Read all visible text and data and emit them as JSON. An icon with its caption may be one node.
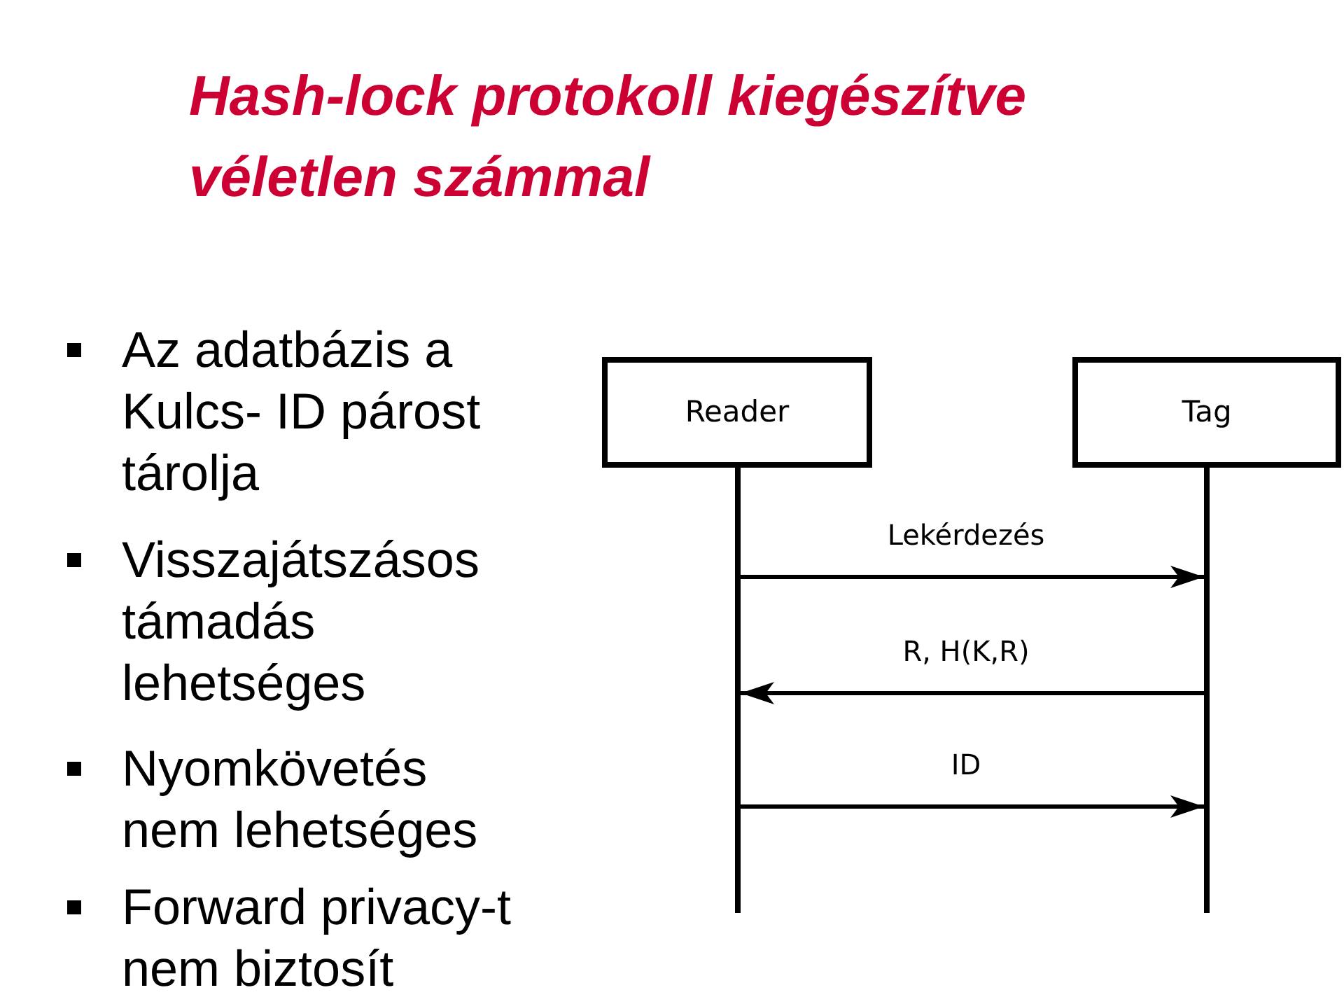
{
  "diagram": {
    "title": "Hash-lock protokoll kiegészítve véletlen számmal",
    "nodes": [
      {
        "text": [
          "Reader"
        ]
      },
      {
        "text": [
          "Tag"
        ]
      },
      {
        "text": [],
        "shape": "line"
      },
      {
        "text": [],
        "shape": "line"
      }
    ],
    "edges": [
      {
        "from": 2,
        "to": 3,
        "arrow": "to",
        "label": "Lekérdezés"
      },
      {
        "from": 3,
        "to": 2,
        "arrow": "to",
        "label": "R, H(K,R)"
      },
      {
        "from": 2,
        "to": 3,
        "arrow": "to",
        "label": "ID"
      }
    ],
    "labels": [
      "Az adatbázis a Kulcs- ID párost tárolja",
      "Visszajátszásos támadás lehetséges",
      "Nyomkövetés nem lehetséges",
      "Forward privacy-t nem biztosít"
    ]
  }
}
